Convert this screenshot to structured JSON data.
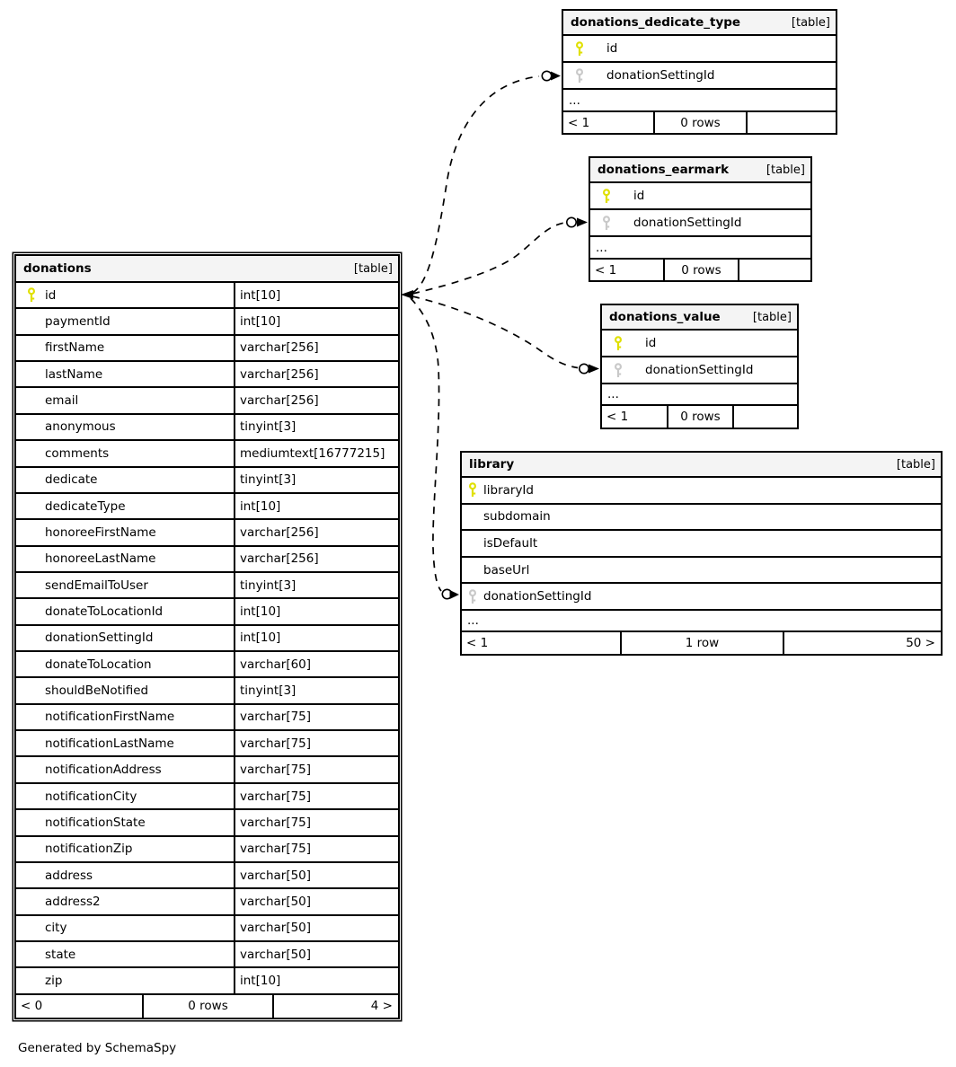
{
  "diagram": {
    "generated_by": "Generated by SchemaSpy"
  },
  "colors": {
    "primary_key": "#e0e000",
    "foreign_key": "#c9c9c9",
    "header_bg": "#f4f4f4",
    "line": "#000000"
  },
  "icons": {
    "primary_key": "primary-key-icon",
    "foreign_key": "foreign-key-icon"
  },
  "tables": [
    {
      "id": "donations",
      "title": "donations",
      "tag": "[table]",
      "columns": [
        {
          "name": "id",
          "type": "int[10]",
          "key": "primary"
        },
        {
          "name": "paymentId",
          "type": "int[10]"
        },
        {
          "name": "firstName",
          "type": "varchar[256]"
        },
        {
          "name": "lastName",
          "type": "varchar[256]"
        },
        {
          "name": "email",
          "type": "varchar[256]"
        },
        {
          "name": "anonymous",
          "type": "tinyint[3]"
        },
        {
          "name": "comments",
          "type": "mediumtext[16777215]"
        },
        {
          "name": "dedicate",
          "type": "tinyint[3]"
        },
        {
          "name": "dedicateType",
          "type": "int[10]"
        },
        {
          "name": "honoreeFirstName",
          "type": "varchar[256]"
        },
        {
          "name": "honoreeLastName",
          "type": "varchar[256]"
        },
        {
          "name": "sendEmailToUser",
          "type": "tinyint[3]"
        },
        {
          "name": "donateToLocationId",
          "type": "int[10]"
        },
        {
          "name": "donationSettingId",
          "type": "int[10]"
        },
        {
          "name": "donateToLocation",
          "type": "varchar[60]"
        },
        {
          "name": "shouldBeNotified",
          "type": "tinyint[3]"
        },
        {
          "name": "notificationFirstName",
          "type": "varchar[75]"
        },
        {
          "name": "notificationLastName",
          "type": "varchar[75]"
        },
        {
          "name": "notificationAddress",
          "type": "varchar[75]"
        },
        {
          "name": "notificationCity",
          "type": "varchar[75]"
        },
        {
          "name": "notificationState",
          "type": "varchar[75]"
        },
        {
          "name": "notificationZip",
          "type": "varchar[75]"
        },
        {
          "name": "address",
          "type": "varchar[50]"
        },
        {
          "name": "address2",
          "type": "varchar[50]"
        },
        {
          "name": "city",
          "type": "varchar[50]"
        },
        {
          "name": "state",
          "type": "varchar[50]"
        },
        {
          "name": "zip",
          "type": "int[10]"
        }
      ],
      "footer": {
        "left": "< 0",
        "center": "0 rows",
        "right": "4 >"
      }
    },
    {
      "id": "donations_dedicate_type",
      "title": "donations_dedicate_type",
      "tag": "[table]",
      "columns": [
        {
          "name": "id",
          "key": "primary"
        },
        {
          "name": "donationSettingId",
          "key": "foreign"
        }
      ],
      "ellipsis": "...",
      "footer": {
        "left": "< 1",
        "center": "0 rows",
        "right": ""
      }
    },
    {
      "id": "donations_earmark",
      "title": "donations_earmark",
      "tag": "[table]",
      "columns": [
        {
          "name": "id",
          "key": "primary"
        },
        {
          "name": "donationSettingId",
          "key": "foreign"
        }
      ],
      "ellipsis": "...",
      "footer": {
        "left": "< 1",
        "center": "0 rows",
        "right": ""
      }
    },
    {
      "id": "donations_value",
      "title": "donations_value",
      "tag": "[table]",
      "columns": [
        {
          "name": "id",
          "key": "primary"
        },
        {
          "name": "donationSettingId",
          "key": "foreign"
        }
      ],
      "ellipsis": "...",
      "footer": {
        "left": "< 1",
        "center": "0 rows",
        "right": ""
      }
    },
    {
      "id": "library",
      "title": "library",
      "tag": "[table]",
      "columns": [
        {
          "name": "libraryId",
          "key": "primary"
        },
        {
          "name": "subdomain"
        },
        {
          "name": "isDefault"
        },
        {
          "name": "baseUrl"
        },
        {
          "name": "donationSettingId",
          "key": "foreign"
        }
      ],
      "ellipsis": "...",
      "footer": {
        "left": "< 1",
        "center": "1 row",
        "right": "50 >"
      }
    }
  ]
}
